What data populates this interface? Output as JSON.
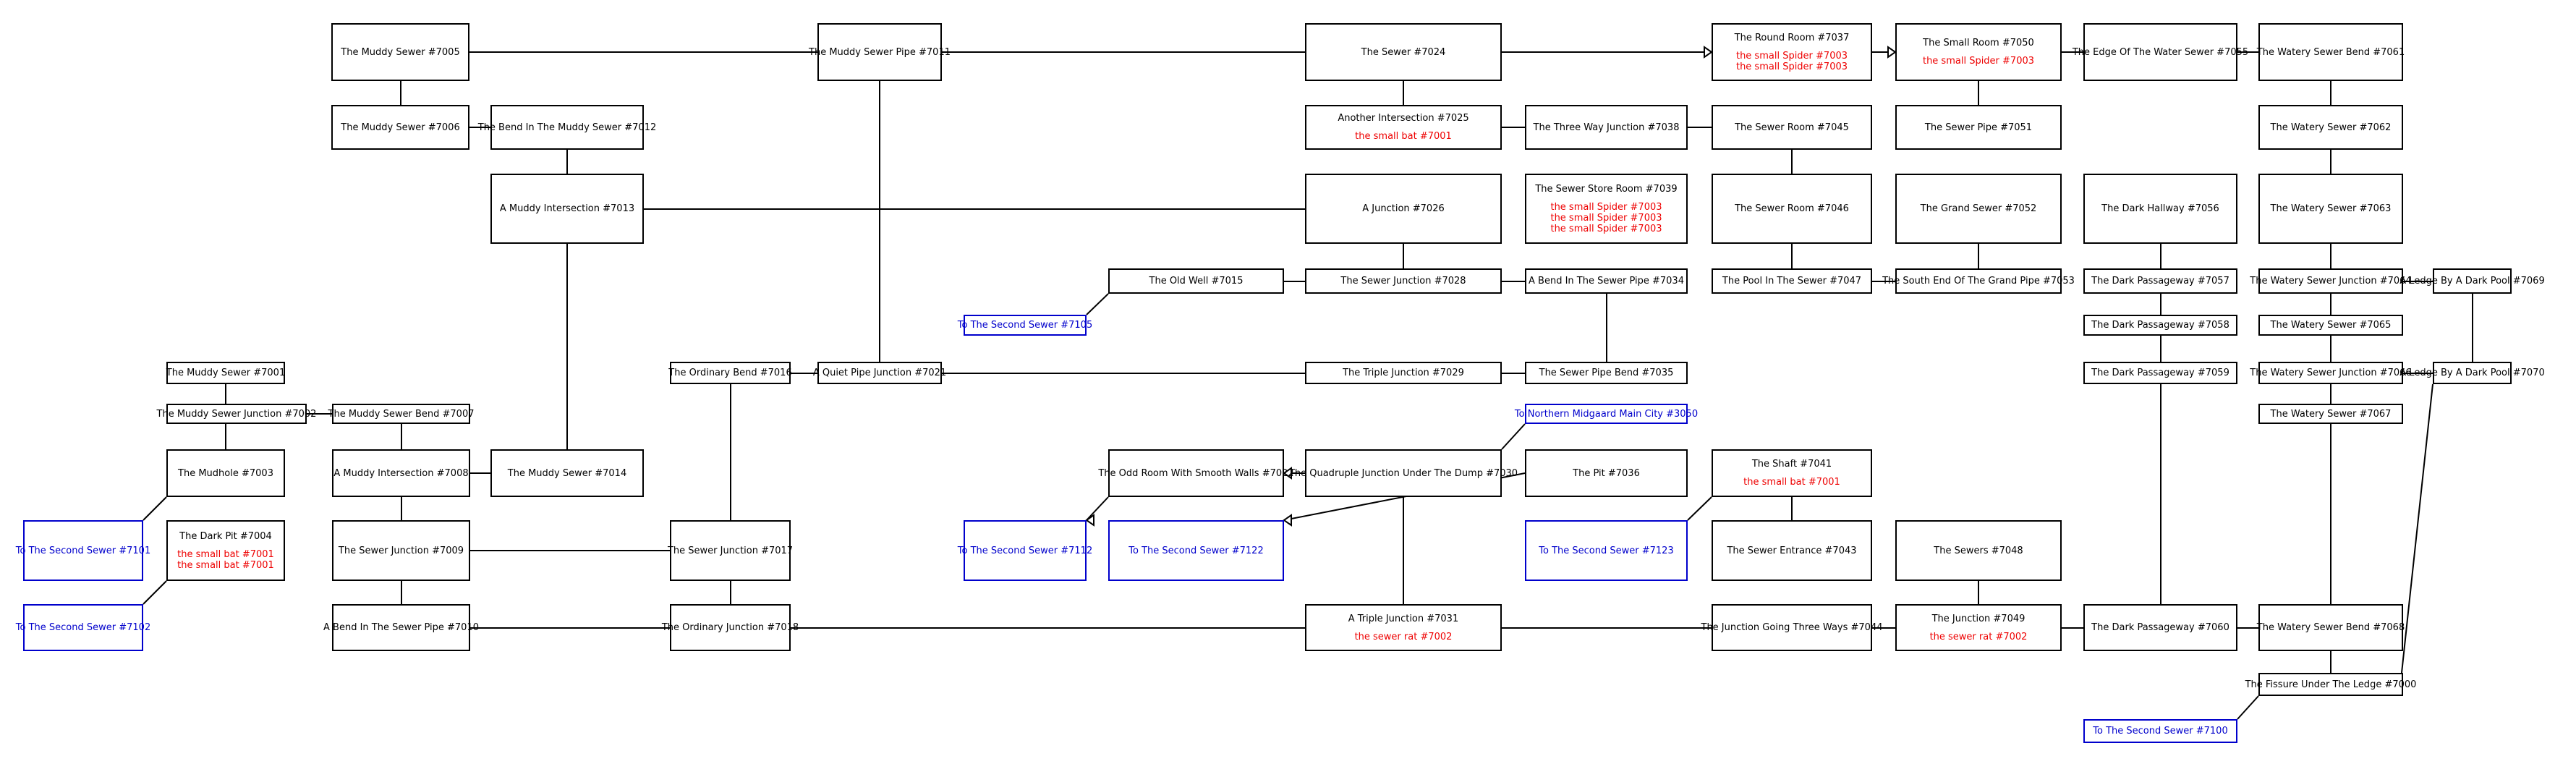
{
  "colors": {
    "room_border": "#000000",
    "exit_link": "#0000cc",
    "mob_text": "#ee0000",
    "edge": "#000000"
  },
  "rooms": [
    {
      "id": "r7005",
      "name": "The Muddy Sewer #7005",
      "mobs": []
    },
    {
      "id": "r7006",
      "name": "The Muddy Sewer #7006",
      "mobs": []
    },
    {
      "id": "r7012",
      "name": "The Bend In The Muddy Sewer #7012",
      "mobs": []
    },
    {
      "id": "r7013",
      "name": "A Muddy Intersection #7013",
      "mobs": []
    },
    {
      "id": "r7011",
      "name": "The Muddy Sewer Pipe #7011",
      "mobs": []
    },
    {
      "id": "r7024",
      "name": "The Sewer #7024",
      "mobs": []
    },
    {
      "id": "r7025",
      "name": "Another Intersection #7025",
      "mobs": [
        "the small bat #7001"
      ]
    },
    {
      "id": "r7026",
      "name": "A Junction #7026",
      "mobs": []
    },
    {
      "id": "r7037",
      "name": "The Round Room #7037",
      "mobs": [
        "the small Spider #7003",
        "the small Spider #7003"
      ]
    },
    {
      "id": "r7050",
      "name": "The Small Room #7050",
      "mobs": [
        "the small Spider #7003"
      ]
    },
    {
      "id": "r7055",
      "name": "The Edge Of The Water Sewer #7055",
      "mobs": []
    },
    {
      "id": "r7061",
      "name": "The Watery Sewer Bend #7061",
      "mobs": []
    },
    {
      "id": "r7038",
      "name": "The Three Way Junction #7038",
      "mobs": []
    },
    {
      "id": "r7045",
      "name": "The Sewer Room #7045",
      "mobs": []
    },
    {
      "id": "r7051",
      "name": "The Sewer Pipe #7051",
      "mobs": []
    },
    {
      "id": "r7062",
      "name": "The Watery Sewer #7062",
      "mobs": []
    },
    {
      "id": "r7039",
      "name": "The Sewer Store Room #7039",
      "mobs": [
        "the small Spider #7003",
        "the small Spider #7003",
        "the small Spider #7003"
      ]
    },
    {
      "id": "r7046",
      "name": "The Sewer Room #7046",
      "mobs": []
    },
    {
      "id": "r7052",
      "name": "The Grand Sewer #7052",
      "mobs": []
    },
    {
      "id": "r7056",
      "name": "The Dark Hallway #7056",
      "mobs": []
    },
    {
      "id": "r7063",
      "name": "The Watery Sewer #7063",
      "mobs": []
    },
    {
      "id": "r7015",
      "name": "The Old Well #7015",
      "mobs": []
    },
    {
      "id": "r7028",
      "name": "The Sewer Junction #7028",
      "mobs": []
    },
    {
      "id": "r7034",
      "name": "A Bend In The Sewer Pipe #7034",
      "mobs": []
    },
    {
      "id": "r7047",
      "name": "The Pool In The Sewer #7047",
      "mobs": []
    },
    {
      "id": "r7053",
      "name": "The South End Of The Grand Pipe #7053",
      "mobs": []
    },
    {
      "id": "r7057",
      "name": "The Dark Passageway #7057",
      "mobs": []
    },
    {
      "id": "r7064",
      "name": "The Watery Sewer Junction #7064",
      "mobs": []
    },
    {
      "id": "r7069",
      "name": "A Ledge By A Dark Pool #7069",
      "mobs": []
    },
    {
      "id": "x7105",
      "name": "To The Second Sewer #7105",
      "mobs": [],
      "exit": true
    },
    {
      "id": "r7058",
      "name": "The Dark Passageway #7058",
      "mobs": []
    },
    {
      "id": "r7065",
      "name": "The Watery Sewer #7065",
      "mobs": []
    },
    {
      "id": "r7001",
      "name": "The Muddy Sewer #7001",
      "mobs": []
    },
    {
      "id": "r7016",
      "name": "The Ordinary Bend #7016",
      "mobs": []
    },
    {
      "id": "r7021",
      "name": "A Quiet Pipe Junction #7021",
      "mobs": []
    },
    {
      "id": "r7029",
      "name": "The Triple Junction #7029",
      "mobs": []
    },
    {
      "id": "r7035",
      "name": "The Sewer Pipe Bend #7035",
      "mobs": []
    },
    {
      "id": "r7059",
      "name": "The Dark Passageway #7059",
      "mobs": []
    },
    {
      "id": "r7066",
      "name": "The Watery Sewer Junction #7066",
      "mobs": []
    },
    {
      "id": "r7070",
      "name": "A Ledge By A Dark Pool #7070",
      "mobs": []
    },
    {
      "id": "r7002",
      "name": "The Muddy Sewer Junction #7002",
      "mobs": []
    },
    {
      "id": "r7007",
      "name": "The Muddy Sewer Bend #7007",
      "mobs": []
    },
    {
      "id": "x3050",
      "name": "To Northern Midgaard Main City #3050",
      "mobs": [],
      "exit": true
    },
    {
      "id": "r7067",
      "name": "The Watery Sewer #7067",
      "mobs": []
    },
    {
      "id": "r7003",
      "name": "The Mudhole #7003",
      "mobs": []
    },
    {
      "id": "r7008",
      "name": "A Muddy Intersection #7008",
      "mobs": []
    },
    {
      "id": "r7014",
      "name": "The Muddy Sewer #7014",
      "mobs": []
    },
    {
      "id": "r7022",
      "name": "The Odd Room With Smooth Walls #7022",
      "mobs": []
    },
    {
      "id": "r7030",
      "name": "The Quadruple Junction Under The Dump #7030",
      "mobs": []
    },
    {
      "id": "r7036",
      "name": "The Pit #7036",
      "mobs": []
    },
    {
      "id": "r7041",
      "name": "The Shaft #7041",
      "mobs": [
        "the small bat #7001"
      ]
    },
    {
      "id": "x7101",
      "name": "To The Second Sewer #7101",
      "mobs": [],
      "exit": true
    },
    {
      "id": "r7004",
      "name": "The Dark Pit #7004",
      "mobs": [
        "the small bat #7001",
        "the small bat #7001"
      ]
    },
    {
      "id": "r7009",
      "name": "The Sewer Junction #7009",
      "mobs": []
    },
    {
      "id": "r7017",
      "name": "The Sewer Junction #7017",
      "mobs": []
    },
    {
      "id": "x7112",
      "name": "To The Second Sewer #7112",
      "mobs": [],
      "exit": true
    },
    {
      "id": "x7122",
      "name": "To The Second Sewer #7122",
      "mobs": [],
      "exit": true
    },
    {
      "id": "x7123",
      "name": "To The Second Sewer #7123",
      "mobs": [],
      "exit": true
    },
    {
      "id": "r7043",
      "name": "The Sewer Entrance #7043",
      "mobs": []
    },
    {
      "id": "r7048",
      "name": "The Sewers #7048",
      "mobs": []
    },
    {
      "id": "x7102",
      "name": "To The Second Sewer #7102",
      "mobs": [],
      "exit": true
    },
    {
      "id": "r7010",
      "name": "A Bend In The Sewer Pipe #7010",
      "mobs": []
    },
    {
      "id": "r7018",
      "name": "The Ordinary Junction #7018",
      "mobs": []
    },
    {
      "id": "r7031",
      "name": "A Triple Junction #7031",
      "mobs": [
        "the sewer rat #7002"
      ]
    },
    {
      "id": "r7044",
      "name": "The Junction Going Three Ways #7044",
      "mobs": []
    },
    {
      "id": "r7049",
      "name": "The Junction #7049",
      "mobs": [
        "the sewer rat #7002"
      ]
    },
    {
      "id": "r7060",
      "name": "The Dark Passageway #7060",
      "mobs": []
    },
    {
      "id": "r7068",
      "name": "The Watery Sewer Bend #7068",
      "mobs": []
    },
    {
      "id": "r7000",
      "name": "The Fissure Under The Ledge #7000",
      "mobs": []
    },
    {
      "id": "x7100",
      "name": "To The Second Sewer #7100",
      "mobs": [],
      "exit": true
    }
  ]
}
